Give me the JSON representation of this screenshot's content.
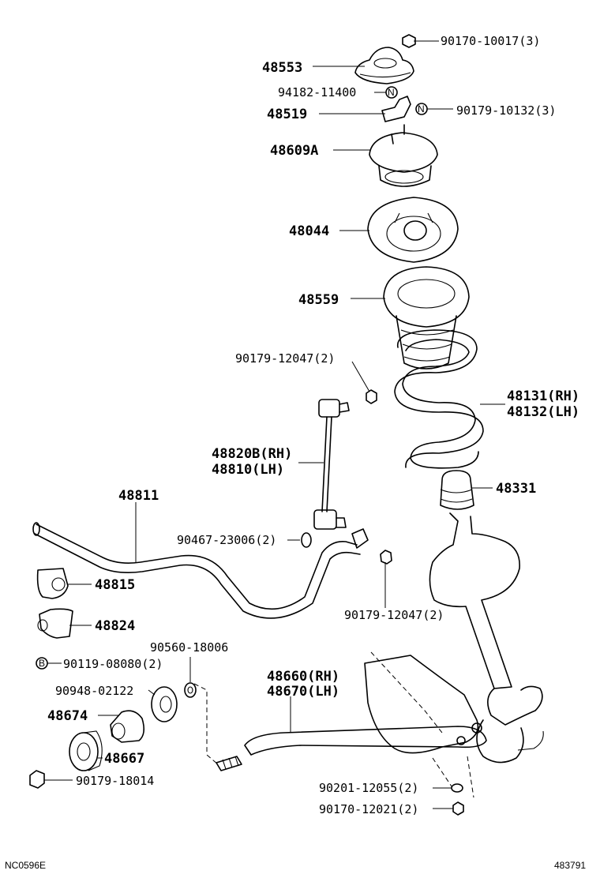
{
  "labels": {
    "p90170_10017": "90170-10017(3)",
    "p48553": "48553",
    "p94182_11400": "94182-11400",
    "p48519": "48519",
    "p90179_10132": "90179-10132(3)",
    "p48609A": "48609A",
    "p48044": "48044",
    "p48559": "48559",
    "p90179_12047_top": "90179-12047(2)",
    "p48131": "48131(RH)",
    "p48132": "48132(LH)",
    "p48820B": "48820B(RH)",
    "p48810": "48810(LH)",
    "p48331": "48331",
    "p48811": "48811",
    "p90467_23006": "90467-23006(2)",
    "p48815": "48815",
    "p90179_12047_bot": "90179-12047(2)",
    "p48824": "48824",
    "p90560_18006": "90560-18006",
    "p90119_08080": "90119-08080(2)",
    "p48660": "48660(RH)",
    "p48670": "48670(LH)",
    "p90948_02122": "90948-02122",
    "p48674": "48674",
    "p48667": "48667",
    "p90179_18014": "90179-18014",
    "p90201_12055": "90201-12055(2)",
    "p90170_12021": "90170-12021(2)"
  },
  "marks": {
    "nut_n": "N",
    "bolt_b": "B"
  },
  "footer": {
    "left_code": "NC0596E",
    "right_code": "483791"
  }
}
